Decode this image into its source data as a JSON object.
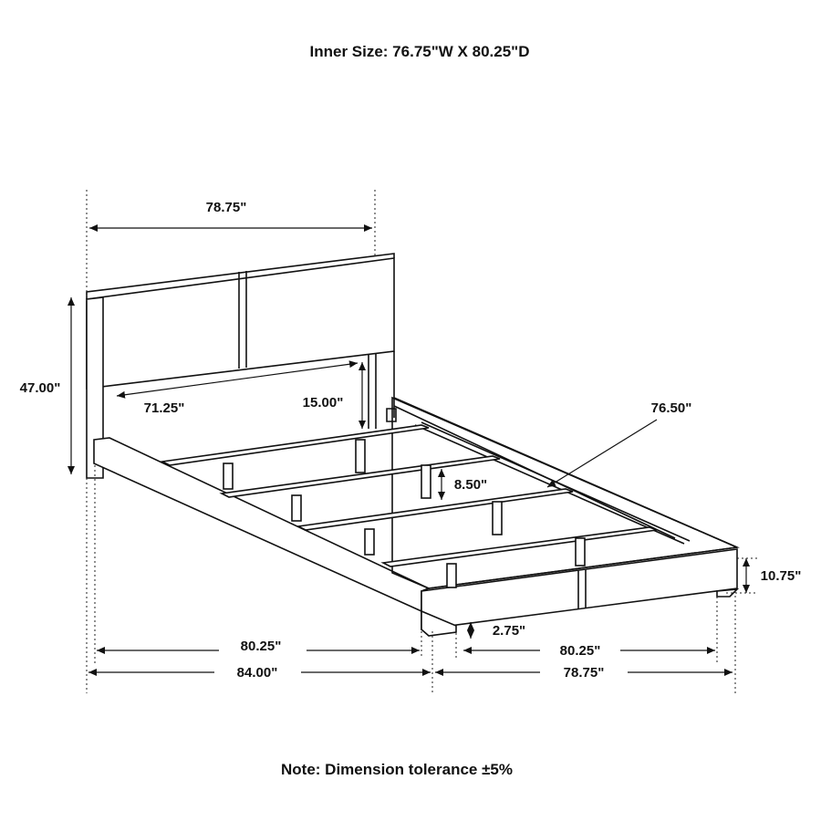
{
  "title": "Inner Size: 76.75\"W X 80.25\"D",
  "note": "Note: Dimension tolerance ±5%",
  "dimensions": {
    "headboard_width": "78.75\"",
    "overall_height": "47.00\"",
    "headboard_inner_width": "71.25\"",
    "under_headboard_clearance": "15.00\"",
    "slat_length": "76.50\"",
    "leg_height": "8.50\"",
    "rail_height": "10.75\"",
    "floor_clearance": "2.75\"",
    "side_inner_length": "80.25\"",
    "side_overall_length": "84.00\"",
    "footboard_inner_width": "80.25\"",
    "footboard_overall_width": "78.75\""
  }
}
